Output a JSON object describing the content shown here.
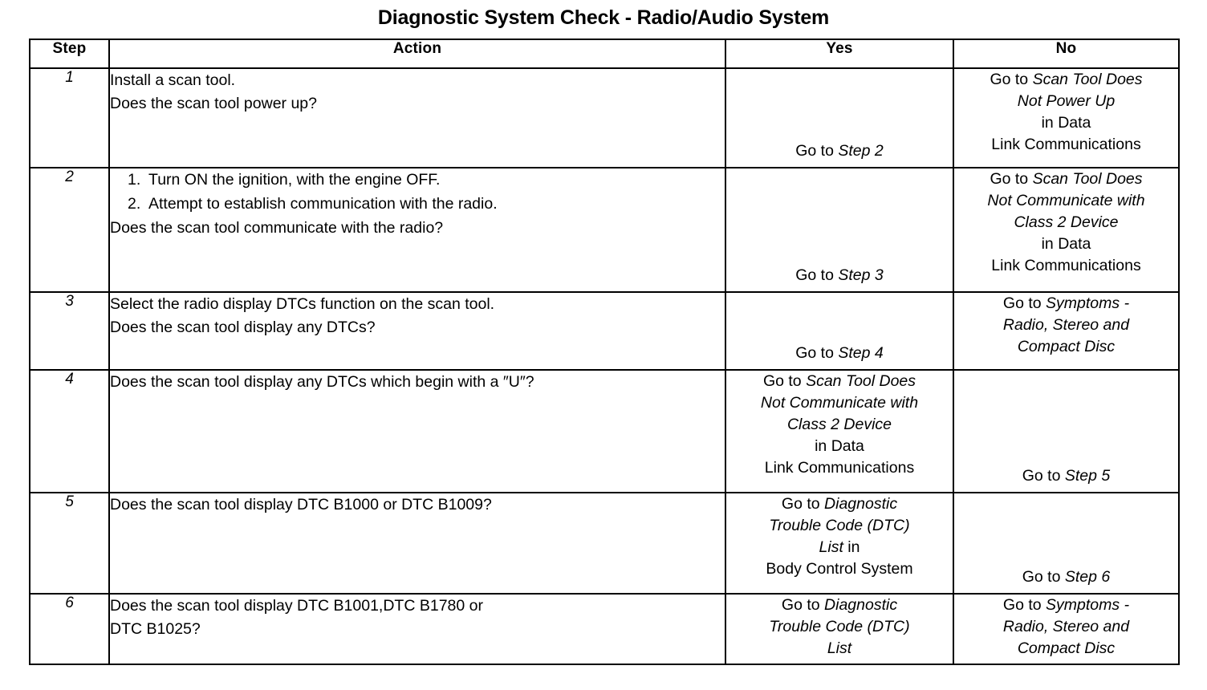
{
  "document": {
    "title": "Diagnostic System Check - Radio/Audio System"
  },
  "table": {
    "headers": {
      "step": "Step",
      "action": "Action",
      "yes": "Yes",
      "no": "No"
    },
    "rows": [
      {
        "step": "1",
        "action": {
          "type": "lines",
          "lines": [
            "Install a scan tool.",
            "Does the scan tool power up?"
          ]
        },
        "yes": {
          "align": "bottom",
          "lines": [
            {
              "text": "Go to ",
              "italic": false,
              "inline_italic": "Step 2"
            }
          ],
          "plain": [
            "Go to Step 2"
          ]
        },
        "no": {
          "align": "top",
          "plain": [
            "Go to Scan Tool Does",
            "Not Power Up",
            "in Data",
            "Link Communications"
          ]
        }
      },
      {
        "step": "2",
        "action": {
          "type": "ordered",
          "items": [
            {
              "num": "1.",
              "text": "Turn ON the ignition, with the engine OFF."
            },
            {
              "num": "2.",
              "text": "Attempt to establish communication with the radio."
            }
          ],
          "question": "Does the scan tool communicate with the radio?"
        },
        "yes": {
          "align": "bottom",
          "plain": [
            "Go to Step 3"
          ]
        },
        "no": {
          "align": "top",
          "plain": [
            "Go to Scan Tool Does",
            "Not Communicate with",
            "Class 2 Device",
            "in Data",
            "Link Communications"
          ]
        }
      },
      {
        "step": "3",
        "action": {
          "type": "lines",
          "lines": [
            "Select the radio display DTCs function on the scan tool.",
            "Does the scan tool display any DTCs?"
          ]
        },
        "yes": {
          "align": "bottom",
          "plain": [
            "Go to Step 4"
          ]
        },
        "no": {
          "align": "top",
          "plain": [
            "Go to Symptoms -",
            "Radio, Stereo and",
            "Compact Disc"
          ]
        }
      },
      {
        "step": "4",
        "action": {
          "type": "lines",
          "lines": [
            "Does the scan tool display any DTCs which begin with a ″U″?"
          ]
        },
        "yes": {
          "align": "top",
          "plain": [
            "Go to Scan Tool Does",
            "Not Communicate with",
            "Class 2 Device",
            "in Data",
            "Link Communications"
          ]
        },
        "no": {
          "align": "bottom",
          "plain": [
            "Go to Step 5"
          ]
        }
      },
      {
        "step": "5",
        "action": {
          "type": "lines",
          "lines": [
            "Does the scan tool display DTC B1000 or DTC B1009?"
          ]
        },
        "yes": {
          "align": "top",
          "plain": [
            "Go to Diagnostic",
            "Trouble Code (DTC)",
            "List  in",
            "Body Control System"
          ]
        },
        "no": {
          "align": "bottom",
          "plain": [
            "Go to Step 6"
          ]
        }
      },
      {
        "step": "6",
        "action": {
          "type": "lines",
          "lines": [
            "Does the scan tool display DTC B1001,DTC B1780 or",
            "DTC B1025?"
          ]
        },
        "yes": {
          "align": "top",
          "plain": [
            "Go to Diagnostic",
            "Trouble Code (DTC)",
            "List"
          ]
        },
        "no": {
          "align": "top",
          "plain": [
            "Go to Symptoms -",
            "Radio, Stereo and",
            "Compact Disc"
          ]
        }
      }
    ]
  },
  "cells": {
    "r1": {
      "action_l1": "Install a scan tool.",
      "action_l2": "Does the scan tool power up?",
      "yes_l1_pre": "Go to ",
      "yes_l1_it": "Step 2",
      "no_l1_pre": "Go to ",
      "no_l1_it": "Scan Tool Does",
      "no_l2_it": "Not Power Up",
      "no_l3": "in Data",
      "no_l4": "Link Communications"
    },
    "r2": {
      "item1_num": "1.",
      "item1_text": "Turn ON the ignition, with the engine OFF.",
      "item2_num": "2.",
      "item2_text": "Attempt to establish communication with the radio.",
      "question": "Does the scan tool communicate with the radio?",
      "yes_l1_pre": "Go to ",
      "yes_l1_it": "Step 3",
      "no_l1_pre": "Go to ",
      "no_l1_it": "Scan Tool Does",
      "no_l2_it": "Not Communicate with",
      "no_l3_it": "Class 2 Device",
      "no_l4": "in Data",
      "no_l5": "Link Communications"
    },
    "r3": {
      "action_l1": "Select the radio display DTCs function on the scan tool.",
      "action_l2": "Does the scan tool display any DTCs?",
      "yes_l1_pre": "Go to ",
      "yes_l1_it": "Step 4",
      "no_l1_pre": "Go to ",
      "no_l1_it": "Symptoms -",
      "no_l2_it": "Radio, Stereo and",
      "no_l3_it": "Compact Disc"
    },
    "r4": {
      "action_l1": "Does the scan tool display any DTCs which begin with a ″U″?",
      "yes_l1_pre": "Go to ",
      "yes_l1_it": "Scan Tool Does",
      "yes_l2_it": "Not Communicate with",
      "yes_l3_it": "Class 2 Device",
      "yes_l4": "in Data",
      "yes_l5": "Link Communications",
      "no_l1_pre": "Go to ",
      "no_l1_it": "Step 5"
    },
    "r5": {
      "action_l1": "Does the scan tool display DTC B1000 or DTC B1009?",
      "yes_l1_pre": "Go to ",
      "yes_l1_it": "Diagnostic",
      "yes_l2_it": "Trouble Code (DTC)",
      "yes_l3_it": "List",
      "yes_l3_post": " in",
      "yes_l4": "Body Control System",
      "no_l1_pre": "Go to ",
      "no_l1_it": "Step 6"
    },
    "r6": {
      "action_l1": "Does the scan tool display DTC B1001,DTC B1780 or",
      "action_l2": "DTC B1025?",
      "yes_l1_pre": "Go to ",
      "yes_l1_it": "Diagnostic",
      "yes_l2_it": "Trouble Code (DTC)",
      "yes_l3_it": "List",
      "no_l1_pre": "Go to ",
      "no_l1_it": "Symptoms -",
      "no_l2_it": "Radio, Stereo and",
      "no_l3_it": "Compact Disc"
    }
  }
}
